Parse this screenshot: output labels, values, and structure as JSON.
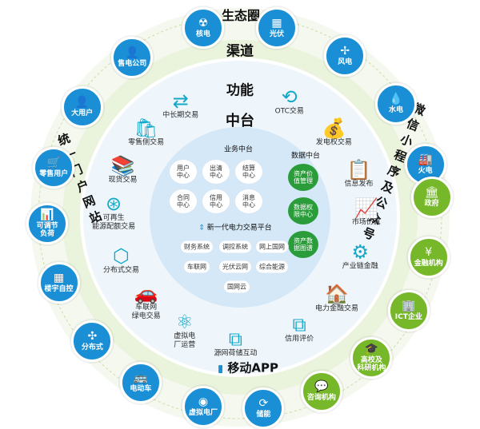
{
  "layers": {
    "ecosystem": "生态圈",
    "channel": "渠道",
    "function": "功能",
    "center": "中台",
    "mobile_app": "移动APP",
    "portal": "统一门户网站",
    "wechat": "微信小程序及公众号"
  },
  "outer_blue": [
    {
      "label": "核电",
      "icon": "☢"
    },
    {
      "label": "售电公司",
      "icon": "👤"
    },
    {
      "label": "大用户",
      "icon": "👤"
    },
    {
      "label": "零售用户",
      "icon": "🛒"
    },
    {
      "label": "可调节\n负荷",
      "icon": "📊"
    },
    {
      "label": "楼宇自控",
      "icon": "▦"
    },
    {
      "label": "分布式",
      "icon": "✣"
    },
    {
      "label": "电动车",
      "icon": "🚌"
    },
    {
      "label": "虚拟电厂",
      "icon": "◉"
    },
    {
      "label": "储能",
      "icon": "⟳"
    },
    {
      "label": "光伏",
      "icon": "▦"
    },
    {
      "label": "风电",
      "icon": "✢"
    },
    {
      "label": "水电",
      "icon": "💧"
    },
    {
      "label": "火电",
      "icon": "🏭"
    }
  ],
  "outer_green": [
    {
      "label": "咨询机构",
      "icon": "💬"
    },
    {
      "label": "高校及\n科研机构",
      "icon": "🎓"
    },
    {
      "label": "ICT企业",
      "icon": "🏢"
    },
    {
      "label": "金融机构",
      "icon": "¥"
    },
    {
      "label": "政府",
      "icon": "🏛"
    }
  ],
  "functions": [
    {
      "label": "中长期交易",
      "icon": "⇄"
    },
    {
      "label": "OTC交易",
      "icon": "⟲"
    },
    {
      "label": "发电权交易",
      "icon": "💰"
    },
    {
      "label": "信息发布",
      "icon": "📋"
    },
    {
      "label": "市场仿真",
      "icon": "📈"
    },
    {
      "label": "产业链金融",
      "icon": "⚙"
    },
    {
      "label": "电力金融交易",
      "icon": "🏠"
    },
    {
      "label": "信用评价",
      "icon": "⧉"
    },
    {
      "label": "源网荷储互动",
      "icon": "⧉"
    },
    {
      "label": "虚拟电\n厂运营",
      "icon": "⚛"
    },
    {
      "label": "车联网\n绿电交易",
      "icon": "🚗"
    },
    {
      "label": "分布式交易",
      "icon": "⬡"
    },
    {
      "label": "可再生\n能源配额交易",
      "icon": "⊛"
    },
    {
      "label": "现货交易",
      "icon": "📚"
    },
    {
      "label": "零售侧交易",
      "icon": "🛍"
    }
  ],
  "business_center": {
    "title": "业务中台",
    "items": [
      "用户\n中心",
      "出清\n中心",
      "结算\n中心",
      "合同\n中心",
      "信用\n中心",
      "消息\n中心"
    ]
  },
  "data_center": {
    "title": "数据中台",
    "items": [
      "资产价\n值管理",
      "数据权\n限中心",
      "资产数\n据图谱"
    ]
  },
  "platform": {
    "title": "新一代电力交易平台",
    "arrow": "⇕",
    "items": [
      "财务系统",
      "调控系统",
      "网上国网",
      "车联网",
      "光伏云网",
      "综合能源",
      "国网云"
    ]
  },
  "colors": {
    "blue": "#1a8fd6",
    "green": "#76b82a",
    "ring_outer": "#e9f3d8",
    "ring_mid": "#ffffff",
    "ring_func": "#eef6fc",
    "core": "#dbebf8"
  }
}
